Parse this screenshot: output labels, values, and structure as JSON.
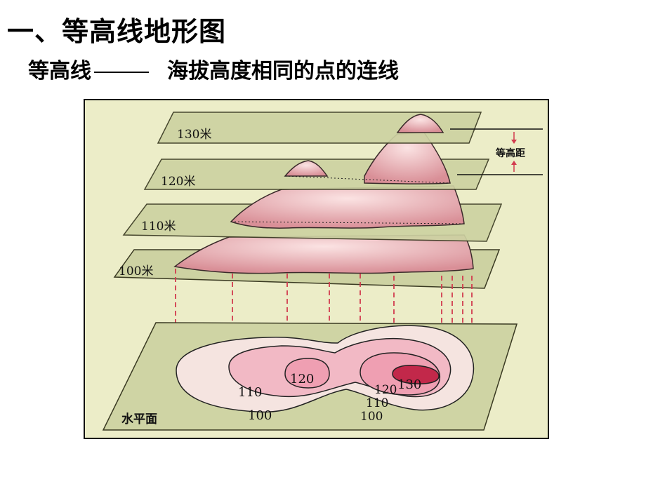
{
  "heading": "一、等高线地形图",
  "definition": {
    "term": "等高线",
    "text": "海拔高度相同的点的连线"
  },
  "figure": {
    "planes": [
      {
        "label": "130米"
      },
      {
        "label": "120米"
      },
      {
        "label": "110米"
      },
      {
        "label": "100米"
      }
    ],
    "interval_label": "等高距",
    "base_label": "水平面",
    "contour_labels": [
      "120",
      "130",
      "110",
      "100",
      "120",
      "110",
      "100"
    ]
  },
  "colors": {
    "background": "#ecedc8",
    "plane": "#cfd4a4",
    "mountain": "#e9b7b9",
    "projection": "#d23a4e",
    "contour_fill": "#ef9fb2",
    "summit_fill": "#c2284a"
  }
}
